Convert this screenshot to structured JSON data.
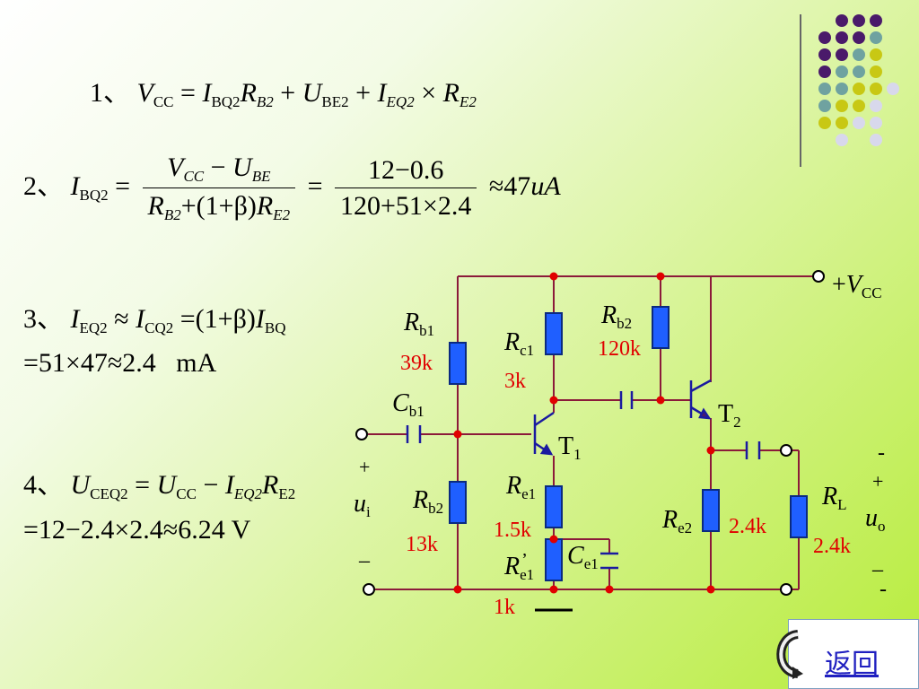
{
  "equations": {
    "eq1": {
      "num": "1、",
      "lhs_V": "V",
      "lhs_sub": "CC",
      "I": "I",
      "I_sub": "BQ2",
      "R": "R",
      "R_sub": "B2",
      "U": "U",
      "U_sub": "BE2",
      "I2": "I",
      "I2_sub": "EQ2",
      "R2": "R",
      "R2_sub": "E2"
    },
    "eq2": {
      "num": "2、",
      "I": "I",
      "I_sub": "BQ2",
      "num_V": "V",
      "num_V_sub": "CC",
      "num_U": "U",
      "num_U_sub": "BE",
      "den_R": "R",
      "den_R_sub": "B2",
      "den_mid": "+(1+β)",
      "den_R2": "R",
      "den_R2_sub": "E2",
      "frac2_num": "12−0.6",
      "frac2_den": "120+51×2.4",
      "result": "≈47",
      "unit": "uA"
    },
    "eq3": {
      "num": "3、",
      "I": "I",
      "I_sub": "EQ2",
      "I2": "I",
      "I2_sub": "CQ2",
      "mid": "=(1+β)",
      "I3": "I",
      "I3_sub": "BQ",
      "line2": "=51×47≈2.4   mA"
    },
    "eq4": {
      "num": "4、",
      "U": "U",
      "U_sub": "CEQ2",
      "U2": "U",
      "U2_sub": "CC",
      "I": "I",
      "I_sub": "EQ2",
      "R": "R",
      "R_sub": "E2",
      "line2": "=12−2.4×2.4≈6.24 V"
    }
  },
  "circuit": {
    "vcc_plus": "+",
    "vcc_V": "V",
    "vcc_sub": "CC",
    "components": [
      {
        "id": "Rb1",
        "sym": "R",
        "sub": "b1",
        "value": "39k"
      },
      {
        "id": "Rc1",
        "sym": "R",
        "sub": "c1",
        "value": "3k"
      },
      {
        "id": "Rb2_top",
        "sym": "R",
        "sub": "b2",
        "value": "120k"
      },
      {
        "id": "Cb1",
        "sym": "C",
        "sub": "b1",
        "value": ""
      },
      {
        "id": "T1",
        "sym": "T",
        "sub": "1",
        "value": ""
      },
      {
        "id": "T2",
        "sym": "T",
        "sub": "2",
        "value": ""
      },
      {
        "id": "Rb2_bot",
        "sym": "R",
        "sub": "b2",
        "value": "13k"
      },
      {
        "id": "Re1",
        "sym": "R",
        "sub": "e1",
        "value": "1.5k"
      },
      {
        "id": "Ce1",
        "sym": "C",
        "sub": "e1",
        "value": ""
      },
      {
        "id": "Re1p",
        "sym": "R",
        "sub": "e1",
        "value": "1k",
        "prime": "’"
      },
      {
        "id": "Re2",
        "sym": "R",
        "sub": "e2",
        "value": "2.4k"
      },
      {
        "id": "RL",
        "sym": "R",
        "sub": "L",
        "value": "2.4k"
      }
    ],
    "ui": {
      "plus": "+",
      "u": "u",
      "sub": "i",
      "minus": "–"
    },
    "uo": {
      "dash_top": "-",
      "plus": "+",
      "u": "u",
      "sub": "o",
      "minus": "–",
      "dash_bot": "-"
    }
  },
  "colors": {
    "wire": "#8b1a3a",
    "resistor": "#1f5fff",
    "node": "#e00000",
    "value_text": "#e00000",
    "transistor": "#1a1aa0",
    "dot_purple": "#4a1a6a",
    "dot_teal": "#6fa2a0",
    "dot_yellow": "#c8c814",
    "dot_lavender": "#d8d8ec"
  },
  "back_button": {
    "label": "返回",
    "icon": "return-arrow-icon"
  }
}
